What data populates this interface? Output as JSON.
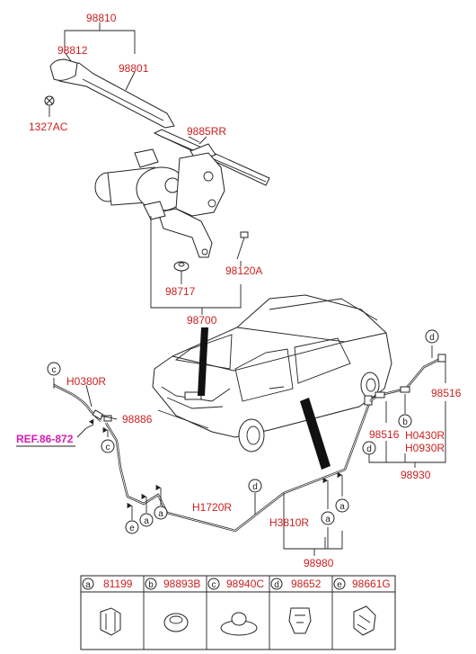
{
  "diagram": {
    "labels": {
      "p98810": "98810",
      "p98812": "98812",
      "p98801": "98801",
      "p1327AC": "1327AC",
      "p9885RR": "9885RR",
      "p98120A": "98120A",
      "p98717": "98717",
      "p98700": "98700",
      "pH0380R": "H0380R",
      "p98886": "98886",
      "pRef": "REF.86-872",
      "pH1720R": "H1720R",
      "pH3810R": "H3810R",
      "p98980": "98980",
      "p98516a": "98516",
      "p98516b": "98516",
      "pH0430R": "H0430R",
      "pH0930R": "H0930R",
      "p98930": "98930"
    },
    "callouts": {
      "c1": "c",
      "c2": "c",
      "d1": "d",
      "d2": "d",
      "d3": "d",
      "b1": "b",
      "e1": "e",
      "a1": "a",
      "a2": "a",
      "a3": "a"
    },
    "legend": [
      {
        "letter": "a",
        "part": "81199",
        "icon": "clip-icon"
      },
      {
        "letter": "b",
        "part": "98893B",
        "icon": "grommet-icon"
      },
      {
        "letter": "c",
        "part": "98940C",
        "icon": "cap-icon"
      },
      {
        "letter": "d",
        "part": "98652",
        "icon": "clamp-icon"
      },
      {
        "letter": "e",
        "part": "98661G",
        "icon": "holder-icon"
      }
    ]
  }
}
